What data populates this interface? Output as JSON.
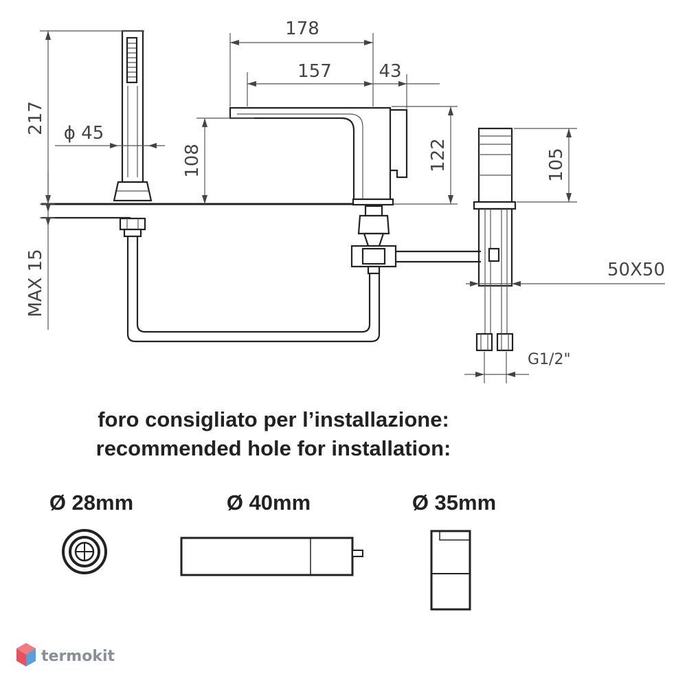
{
  "dimensions": {
    "hand_shower_height": "217",
    "hand_shower_diameter": "ϕ 45",
    "max_thickness": "MAX 15",
    "spout_length_total": "178",
    "spout_projection": "157",
    "lever_offset": "43",
    "spout_outlet_height": "108",
    "spout_body_height": "122",
    "mixer_height": "105",
    "mixer_section": "50X50",
    "thread_size": "G1/2\""
  },
  "installation": {
    "title_it": "foro consigliato per l’installazione:",
    "title_en": "recommended hole for installation:",
    "holes": [
      {
        "label": "Ø 28mm"
      },
      {
        "label": "Ø 40mm"
      },
      {
        "label": "Ø 35mm"
      }
    ]
  },
  "brand": {
    "name": "termokit",
    "color": "#e8505b"
  }
}
